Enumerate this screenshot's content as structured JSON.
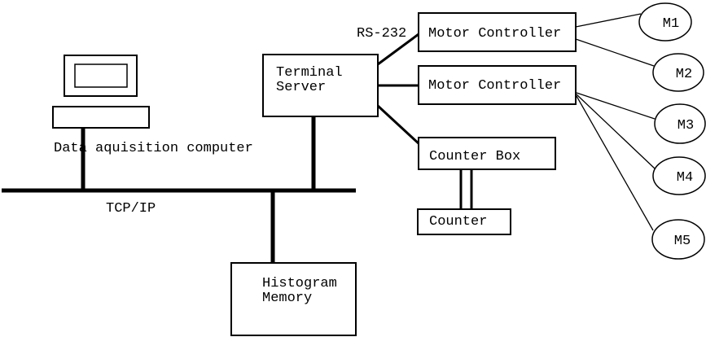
{
  "diagram": {
    "labels": {
      "data_acquisition_computer": "Data aquisition computer",
      "tcp_ip": "TCP/IP",
      "rs_232": "RS-232",
      "terminal_server": [
        "Terminal",
        "Server"
      ],
      "motor_controller_top": "Motor Controller",
      "motor_controller_bottom": "Motor Controller",
      "counter_box": "Counter Box",
      "counter": "Counter",
      "histogram_memory": [
        "Histogram",
        "Memory"
      ],
      "motors": [
        "M1",
        "M2",
        "M3",
        "M4",
        "M5"
      ]
    },
    "colors": {
      "ink": "#000000",
      "background": "#ffffff"
    }
  }
}
